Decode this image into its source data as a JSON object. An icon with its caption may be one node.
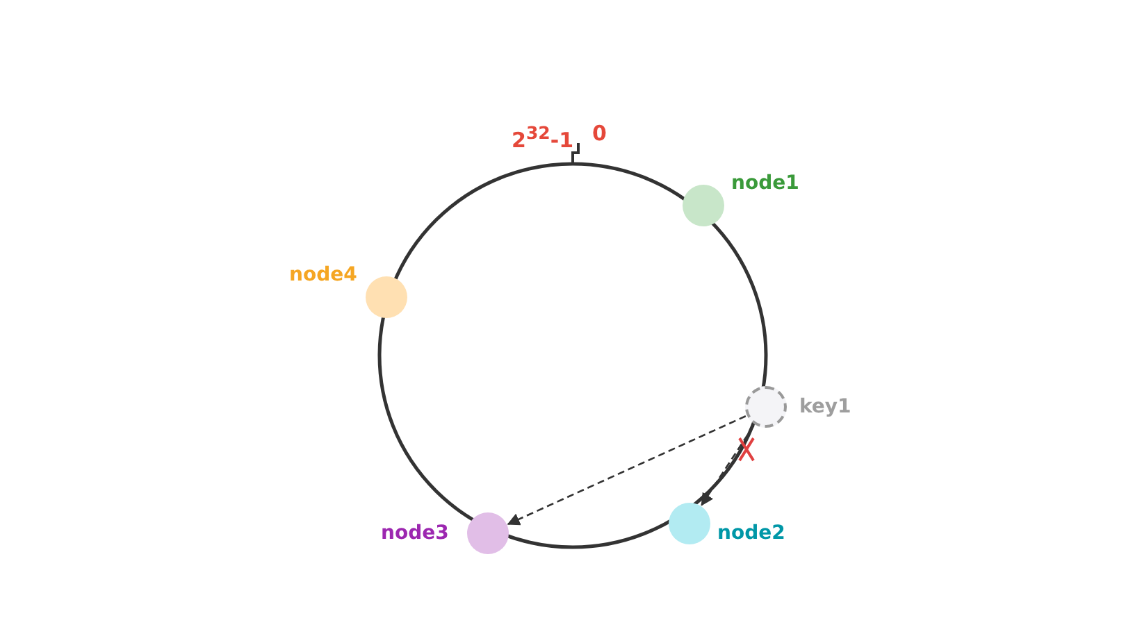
{
  "diagram": {
    "nodes": [
      {
        "text": [
          "node1"
        ]
      },
      {
        "text": [
          "node4"
        ]
      },
      {
        "text": [
          "key1"
        ]
      },
      {
        "text": [
          "node2"
        ]
      },
      {
        "text": [
          "node3"
        ]
      }
    ],
    "edges": [
      {
        "from": 2,
        "to": 4,
        "arrow": "to",
        "style": "dashed"
      },
      {
        "from": 2,
        "to": 3,
        "arrow": "to",
        "style": "dashed"
      }
    ],
    "labels": [
      "2$^{32}$-1",
      "0"
    ]
  }
}
